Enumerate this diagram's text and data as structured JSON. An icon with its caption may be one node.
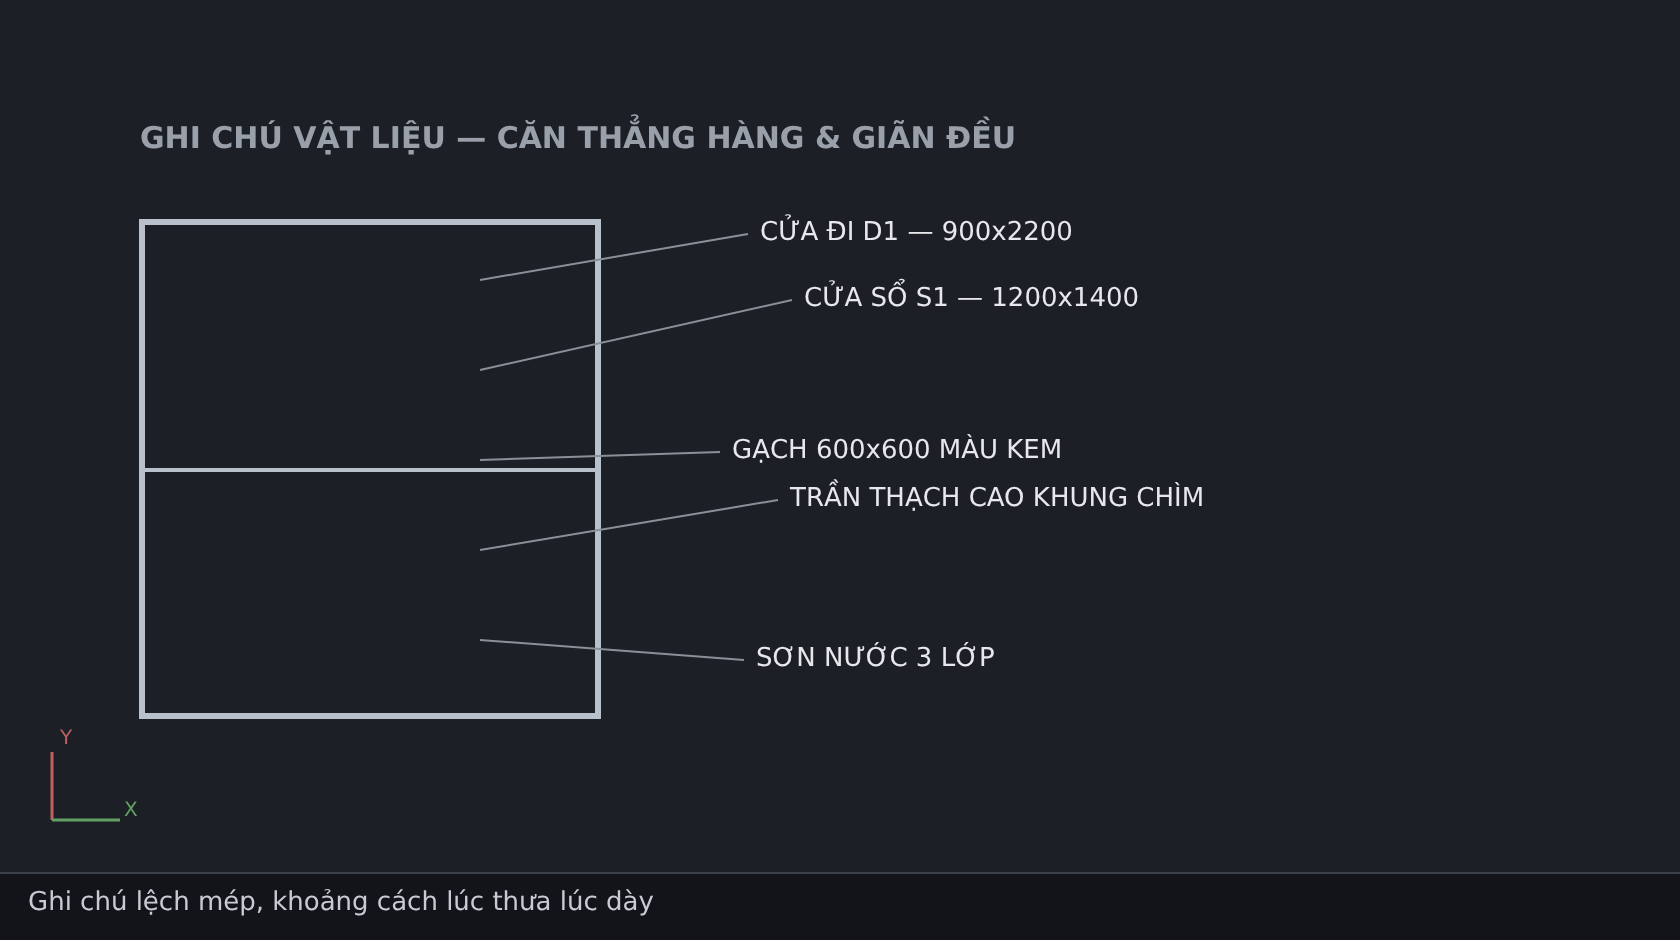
{
  "diagram": {
    "title": "GHI CHÚ VẬT LIỆU — CĂN THẲNG HÀNG & GIÃN ĐỀU",
    "caption": "Ghi chú lệch mép, khoảng cách lúc thưa lúc dày",
    "nodes": [
      {
        "text": [
          "CỬA ĐI D1 — 900x2200"
        ]
      },
      {
        "text": [
          "CỬA SỔ S1 — 1200x1400"
        ]
      },
      {
        "text": [
          "GẠCH 600x600 MÀU KEM"
        ]
      },
      {
        "text": [
          "TRẦN THẠCH CAO KHUNG CHÌM"
        ]
      },
      {
        "text": [
          "SƠN NƯỚC 3 LỚP"
        ]
      }
    ],
    "edges": [
      {
        "from": 0,
        "to": null,
        "arrow": "none"
      },
      {
        "from": 1,
        "to": null,
        "arrow": "none"
      },
      {
        "from": 2,
        "to": null,
        "arrow": "none"
      },
      {
        "from": 3,
        "to": null,
        "arrow": "none"
      },
      {
        "from": 4,
        "to": null,
        "arrow": "none"
      }
    ],
    "labels": [
      "Y",
      "X"
    ]
  }
}
